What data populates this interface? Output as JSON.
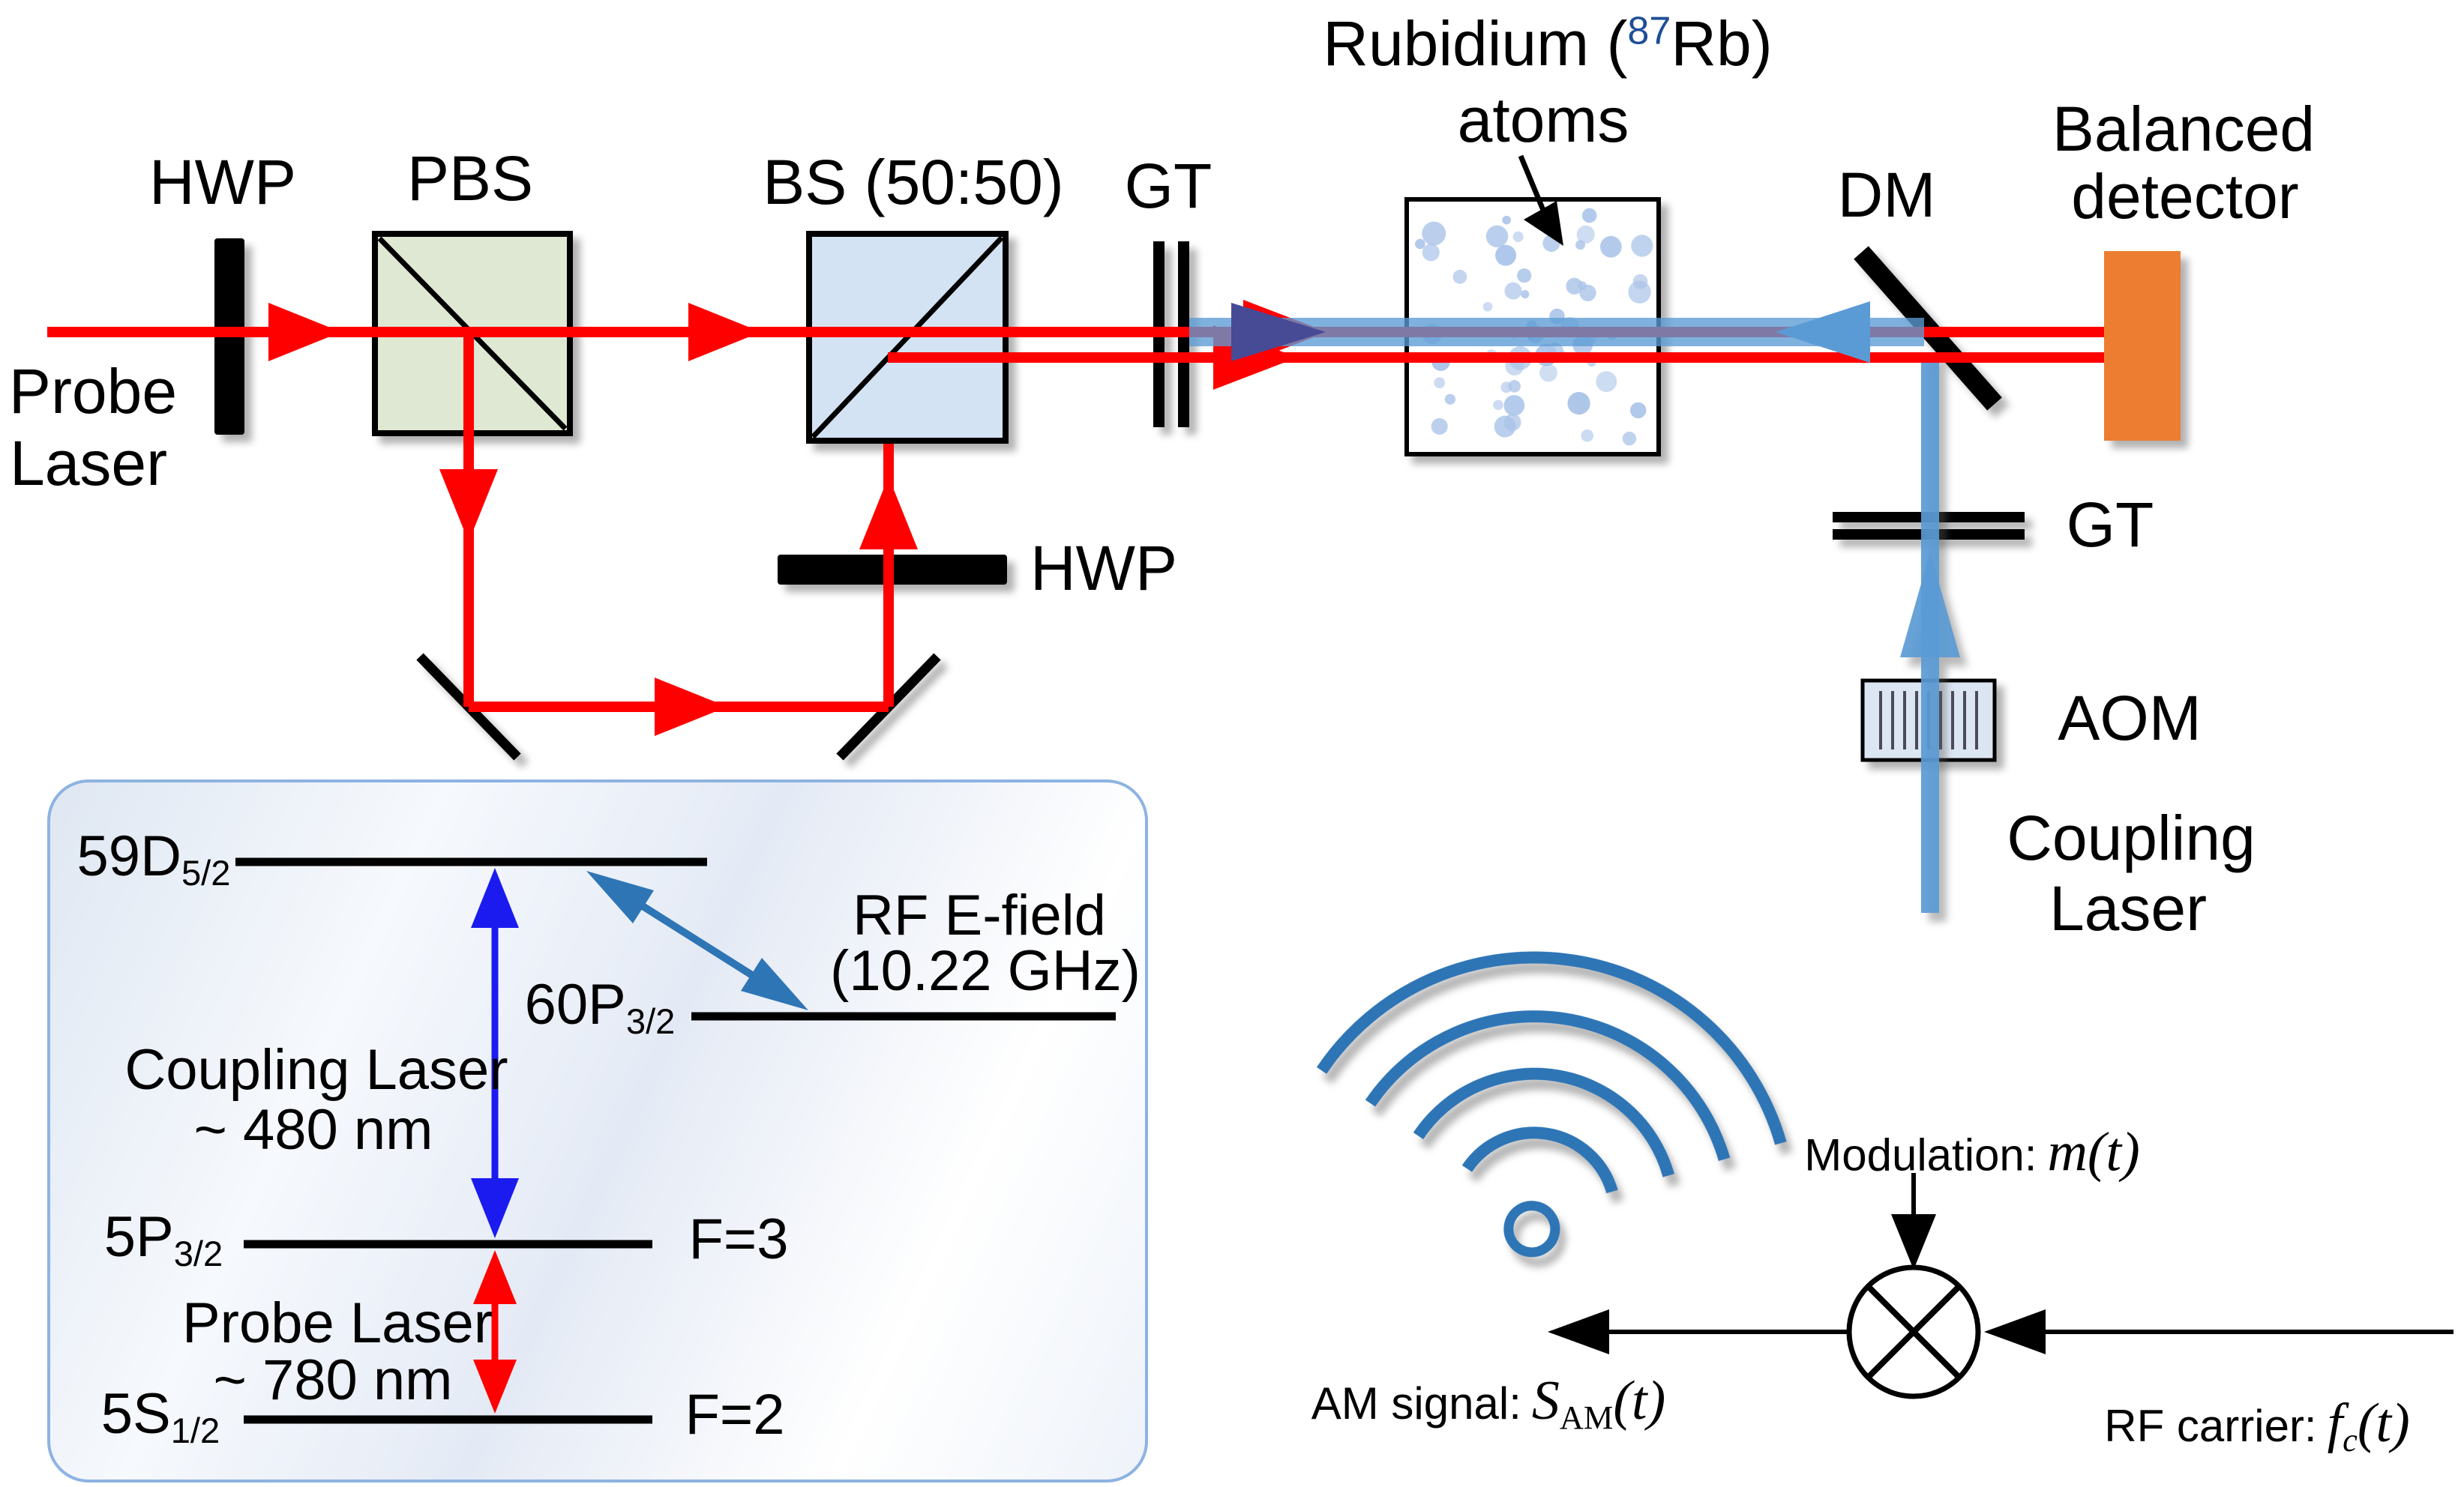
{
  "optical": {
    "probe_laser_line1": "Probe",
    "probe_laser_line2": "Laser",
    "hwp1_label": "HWP",
    "pbs_label": "PBS",
    "bs_label": "BS (50:50)",
    "gt_left_label": "GT",
    "hwp2_label": "HWP",
    "rubidium_pre": "Rubidium (",
    "rubidium_sup": "87",
    "rubidium_post": "Rb)",
    "rubidium_line2": "atoms",
    "dm_label": "DM",
    "balanced_line1": "Balanced",
    "balanced_line2": "detector",
    "gt_right_label": "GT",
    "aom_label": "AOM",
    "coupling_line1": "Coupling",
    "coupling_line2": "Laser"
  },
  "levels": {
    "d59": {
      "base": "59D",
      "sub": "5/2"
    },
    "p60": {
      "base": "60P",
      "sub": "3/2"
    },
    "p5": {
      "base": "5P",
      "sub": "3/2"
    },
    "s5": {
      "base": "5S",
      "sub": "1/2"
    },
    "f3": "F=3",
    "f2": "F=2",
    "rf_line1": "RF E-field",
    "rf_line2": "(10.22 GHz)",
    "coupling_line1": "Coupling Laser",
    "coupling_line2": "~ 480 nm",
    "probe_line1": "Probe Laser",
    "probe_line2": "~ 780 nm"
  },
  "mixer": {
    "modulation_label": "Modulation:",
    "modulation_math": "m(t)",
    "am_label": "AM signal:",
    "am_s": "S",
    "am_sub": "AM",
    "am_t": "(t)",
    "rf_label": "RF carrier:",
    "rf_f": "f",
    "rf_sub": "c",
    "rf_t": "(t)"
  },
  "icons": {
    "wifi": "rf-emission-wifi-icon",
    "mixer": "mixer-multiply-icon"
  },
  "colors": {
    "red": "#ff0000",
    "beam_blue": "#5b9bd5",
    "steel_blue": "#2e75b6",
    "deep_blue": "#1b1bf0",
    "navy_arrow": "#474b96",
    "orange": "#ed7d31",
    "pbs_fill": "#dee8d2",
    "bs_fill": "#d3e3f3",
    "aom_fill": "#dce6f3",
    "dot_blue": "#a9c3e8",
    "box_border": "#8db3e2"
  },
  "cell_dots": {
    "count": 58,
    "seed": 11,
    "min_r": 5,
    "max_r": 16
  }
}
